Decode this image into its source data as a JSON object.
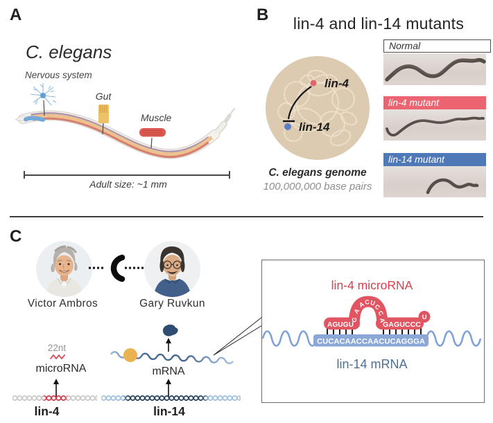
{
  "panel_a": {
    "label": "A",
    "title": "C. elegans",
    "nervous_system": "Nervous system",
    "gut": "Gut",
    "muscle": "Muscle",
    "scale_caption": "Adult size: ~1 mm"
  },
  "panel_b": {
    "label": "B",
    "title": "lin-4 and lin-14 mutants",
    "genome": {
      "gene1": "lin-4",
      "gene2": "lin-14",
      "caption_line1": "C. elegans genome",
      "caption_line2": "100,000,000 base pairs"
    },
    "photos": [
      {
        "label": "Normal"
      },
      {
        "label": "lin-4 mutant"
      },
      {
        "label": "lin-14 mutant"
      }
    ]
  },
  "panel_c": {
    "label": "C",
    "scientists": [
      {
        "name": "Victor Ambros"
      },
      {
        "name": "Gary Ruvkun"
      }
    ],
    "mirna": {
      "size_label": "22nt",
      "type_label": "microRNA",
      "gene_label": "lin-4"
    },
    "mrna": {
      "type_label": "mRNA",
      "gene_label": "lin-14"
    },
    "inset": {
      "title": "lin-4 microRNA",
      "seq_left": "AGUGU",
      "seq_loop": "GAACUCCA",
      "seq_right": "GAGUCCC",
      "seq_tail": "U",
      "mrna_seq": "CUCACAACCAACUCAGGGA",
      "bottom_label": "lin-14 mRNA"
    }
  },
  "colors": {
    "red": "#e05561",
    "red_text": "#d7414d",
    "blue_bar": "#8aa7d7",
    "blue_header": "#4e78b6",
    "red_header": "#ec6470",
    "blue_text": "#4c7093",
    "tan": "#dcc9ad"
  }
}
